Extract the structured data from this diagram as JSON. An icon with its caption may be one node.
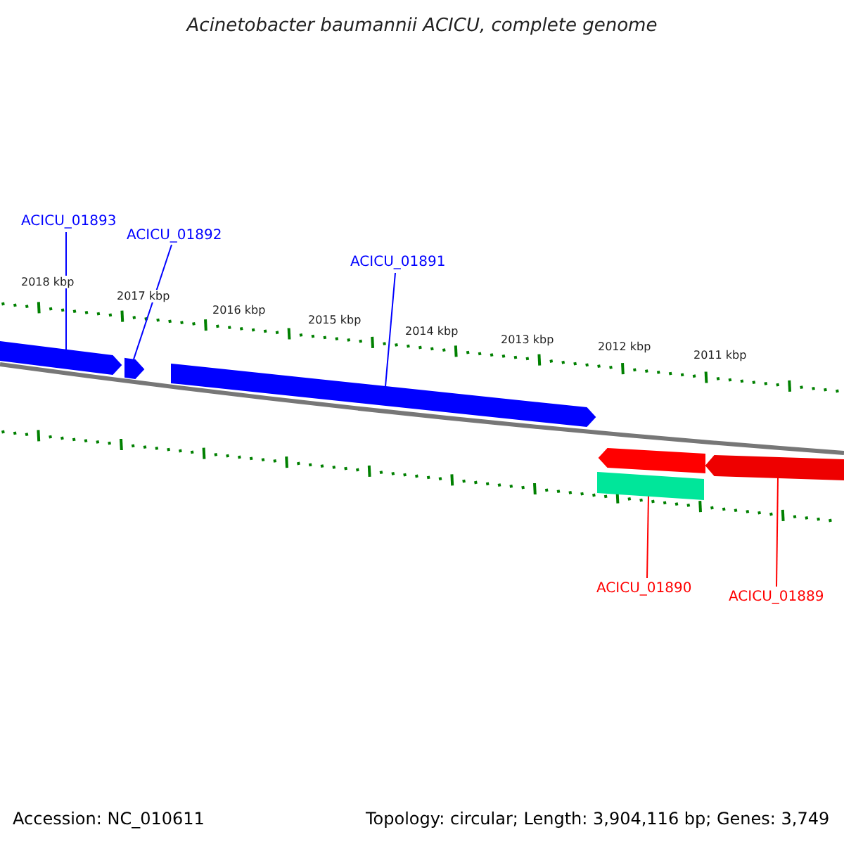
{
  "diagram": {
    "title": "Acinetobacter baumannii ACICU, complete genome",
    "nodes": [
      {
        "text": [
          "ACICU_01893"
        ]
      },
      {
        "text": [
          "ACICU_01892"
        ]
      },
      {
        "text": [
          "ACICU_01891"
        ]
      },
      {
        "text": [
          "ACICU_01890"
        ]
      },
      {
        "text": [
          "ACICU_01889"
        ]
      },
      {
        "text": [],
        "shape": "arrow"
      },
      {
        "text": [],
        "shape": "arrow"
      },
      {
        "text": [],
        "shape": "arrow"
      },
      {
        "text": [],
        "shape": "arrow"
      },
      {
        "text": [],
        "shape": "arrow"
      },
      {
        "text": [],
        "shape": "bar"
      }
    ],
    "edges": [
      {
        "from": 0,
        "to": 5,
        "arrow": "none"
      },
      {
        "from": 1,
        "to": 6,
        "arrow": "none"
      },
      {
        "from": 2,
        "to": 7,
        "arrow": "none"
      },
      {
        "from": 3,
        "to": 10,
        "arrow": "none",
        "color": "#ff0000"
      },
      {
        "from": 4,
        "to": 9,
        "arrow": "none",
        "color": "#ff0000"
      }
    ],
    "labels": [
      "2018 kbp",
      "2017 kbp",
      "2016 kbp",
      "2015 kbp",
      "2014 kbp",
      "2013 kbp",
      "2012 kbp",
      "2011 kbp",
      "Accession: NC_010611",
      "Topology: circular; Length: 3,904,116 bp; Genes: 3,749"
    ]
  }
}
